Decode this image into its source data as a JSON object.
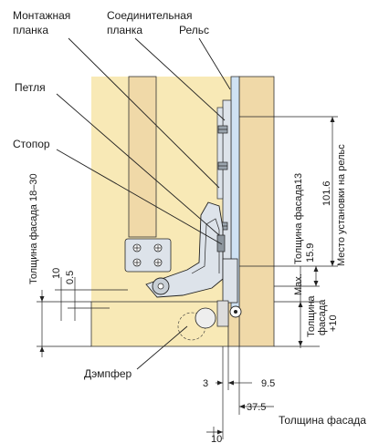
{
  "labels": {
    "mounting_plate": [
      "Монтажная",
      "планка"
    ],
    "connecting_plate": [
      "Соединительная",
      "планка"
    ],
    "rail": "Рельс",
    "hinge": "Петля",
    "stopper": "Стопор",
    "damper": "Дэмпфер"
  },
  "dimensions": {
    "facade_thickness_range": "Толщина фасада 18–30",
    "dim_10_left": "10",
    "dim_0_5": "0.5",
    "dim_101_6": "101.6",
    "rail_install_place": "Место установки на рельс",
    "facade_thickness_13": "Толщина фасада13",
    "dim_15_9": "15.9",
    "max_label": "Max.",
    "facade_thickness_plus10": [
      "Толщина",
      "фасада",
      "+10"
    ],
    "dim_3": "3",
    "dim_9_5": "9.5",
    "dim_37_5": "37.5",
    "facade_thickness_right": "Толщина фасада",
    "dim_10_bottom": "10"
  },
  "colors": {
    "wood": "#f8e9b6",
    "wood_side": "#f0d9a8",
    "rail": "#cfe2f3",
    "steel": "#dde3ea",
    "outline": "#222222"
  }
}
